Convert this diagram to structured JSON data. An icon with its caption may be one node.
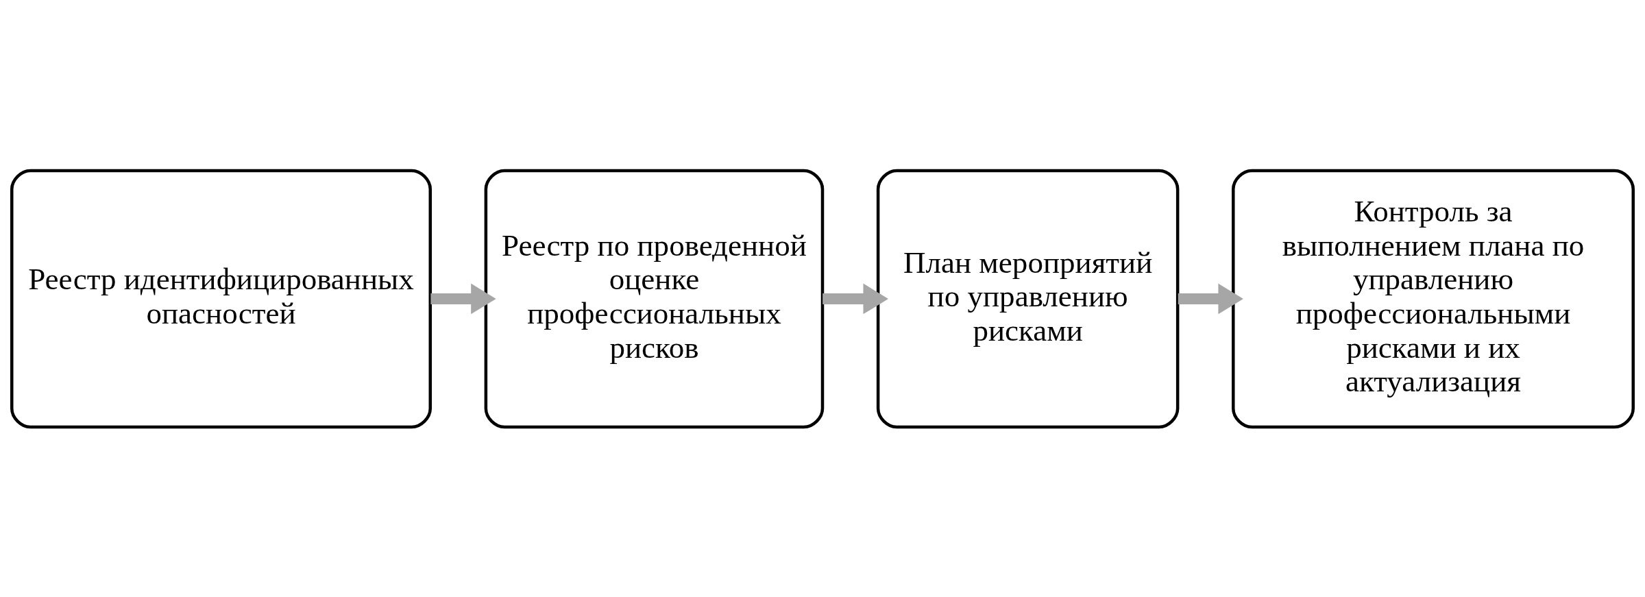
{
  "diagram": {
    "nodes": [
      {
        "text": [
          "Реестр идентифицированных опасностей"
        ]
      },
      {
        "text": [
          "Реестр по проведенной оценке профессиональных рисков"
        ]
      },
      {
        "text": [
          "План мероприятий по управлению рисками"
        ]
      },
      {
        "text": [
          "Контроль за выполнением плана по управлению профессиональными рисками и их актуализация"
        ]
      }
    ],
    "edges": [
      {
        "from": 0,
        "to": 1,
        "arrow": "to"
      },
      {
        "from": 1,
        "to": 2,
        "arrow": "to"
      },
      {
        "from": 2,
        "to": 3,
        "arrow": "to"
      }
    ]
  }
}
